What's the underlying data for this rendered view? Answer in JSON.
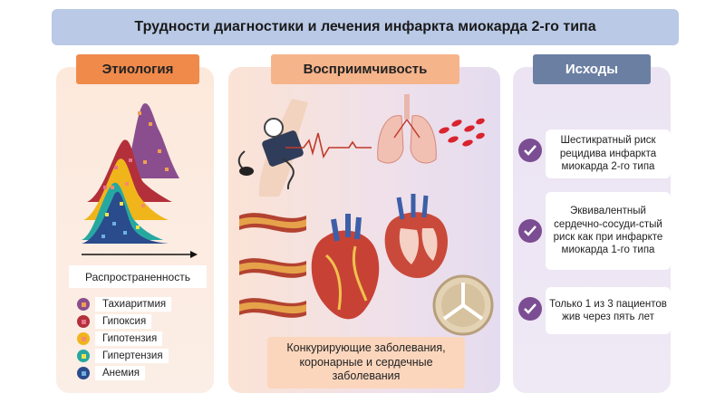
{
  "title": "Трудности диагностики и лечения инфаркта миокарда 2-го типа",
  "columns": {
    "etiology": {
      "header": "Этиология",
      "axis_label": "Распространенность",
      "legend": [
        {
          "label": "Тахиаритмия",
          "color": "#8a4e8e",
          "marker": "#f0a050"
        },
        {
          "label": "Гипоксия",
          "color": "#b3303a",
          "marker": "#e8738f"
        },
        {
          "label": "Гипотензия",
          "color": "#f0b51b",
          "marker": "#f48b6d"
        },
        {
          "label": "Гипертензия",
          "color": "#26a8a1",
          "marker": "#f3e24f"
        },
        {
          "label": "Анемия",
          "color": "#2a4b8c",
          "marker": "#6fb0e0"
        }
      ]
    },
    "susceptibility": {
      "header": "Восприимчивость",
      "footer": "Конкурирующие заболевания, коронарные и сердечные заболевания"
    },
    "outcomes": {
      "header": "Исходы",
      "items": [
        {
          "text": "Шестикратный риск рецидива инфаркта миокарда 2-го типа"
        },
        {
          "text": "Эквивалентный сердечно-сосуди-стый риск как при инфаркте миокарда 1-го типа"
        },
        {
          "text": "Только 1 из 3 пациентов жив через пять лет"
        }
      ]
    }
  },
  "icons": [
    "blood-pressure-cuff-icon",
    "ecg-line-icon",
    "lungs-icon",
    "red-blood-cells-icon",
    "artery-plaque-icon",
    "heart-icon",
    "heart-cross-section-icon",
    "vessel-cross-section-icon",
    "check-icon"
  ],
  "colors": {
    "title_bg": "#b9c9e6",
    "etiology_header": "#f08a4b",
    "susceptibility_header": "#f6b48b",
    "outcomes_header": "#6b7fa3",
    "check": "#7b4d92"
  }
}
